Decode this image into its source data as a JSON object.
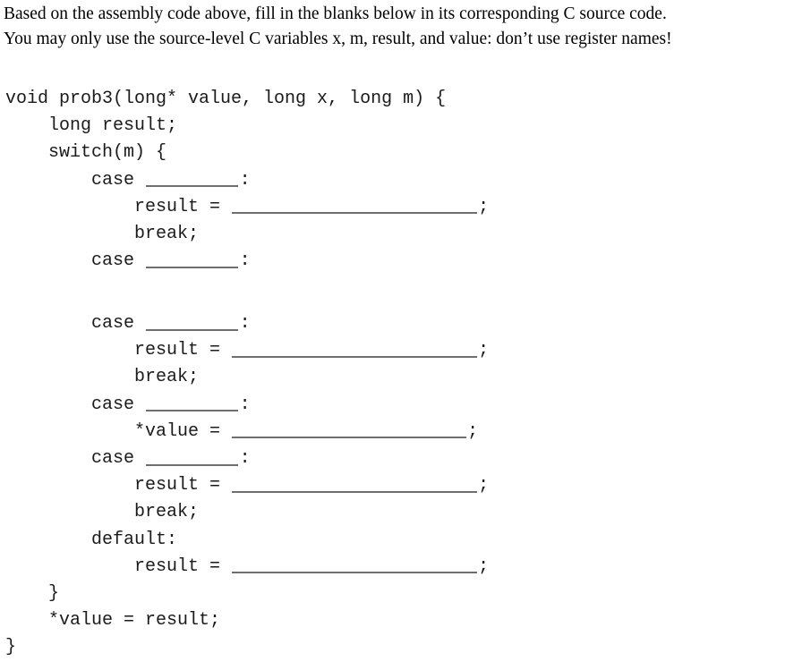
{
  "prompt": {
    "line1": "Based on the assembly code above, fill in the blanks below in its corresponding C source code.",
    "line2": "You may only use the source-level C variables x, m, result, and value: don’t use register names!"
  },
  "code": {
    "language": "C",
    "function_name": "prob3",
    "blank_placeholder": "",
    "lines": [
      {
        "indent": 0,
        "text": "void prob3(long* value, long x, long m) {",
        "blank": "none"
      },
      {
        "indent": 4,
        "text": "long result;",
        "blank": "none"
      },
      {
        "indent": 4,
        "text": "switch(m) {",
        "blank": "none"
      },
      {
        "indent": 8,
        "prefix": "case ",
        "blank": "short",
        "suffix": ":"
      },
      {
        "indent": 12,
        "prefix": "result = ",
        "blank": "long",
        "suffix": ";"
      },
      {
        "indent": 12,
        "text": "break;",
        "blank": "none"
      },
      {
        "indent": 8,
        "prefix": "case ",
        "blank": "short",
        "suffix": ":"
      },
      {
        "indent": 0,
        "text": "",
        "blank": "none"
      },
      {
        "indent": 8,
        "prefix": "case ",
        "blank": "short",
        "suffix": ":"
      },
      {
        "indent": 12,
        "prefix": "result = ",
        "blank": "long",
        "suffix": ";"
      },
      {
        "indent": 12,
        "text": "break;",
        "blank": "none"
      },
      {
        "indent": 8,
        "prefix": "case ",
        "blank": "short",
        "suffix": ":"
      },
      {
        "indent": 12,
        "prefix": "*value = ",
        "blank": "long2",
        "suffix": ";"
      },
      {
        "indent": 8,
        "prefix": "case ",
        "blank": "short",
        "suffix": ":"
      },
      {
        "indent": 12,
        "prefix": "result = ",
        "blank": "long",
        "suffix": ";"
      },
      {
        "indent": 12,
        "text": "break;",
        "blank": "none"
      },
      {
        "indent": 8,
        "text": "default:",
        "blank": "none"
      },
      {
        "indent": 12,
        "prefix": "result = ",
        "blank": "long",
        "suffix": ";"
      },
      {
        "indent": 4,
        "text": "}",
        "blank": "none"
      },
      {
        "indent": 4,
        "text": "*value = result;",
        "blank": "none"
      },
      {
        "indent": 0,
        "text": "}",
        "blank": "none"
      }
    ]
  },
  "colors": {
    "background": "#ffffff",
    "text": "#000000",
    "code_text": "#1b1b1b",
    "blank_rule": "#6e6e6e"
  }
}
